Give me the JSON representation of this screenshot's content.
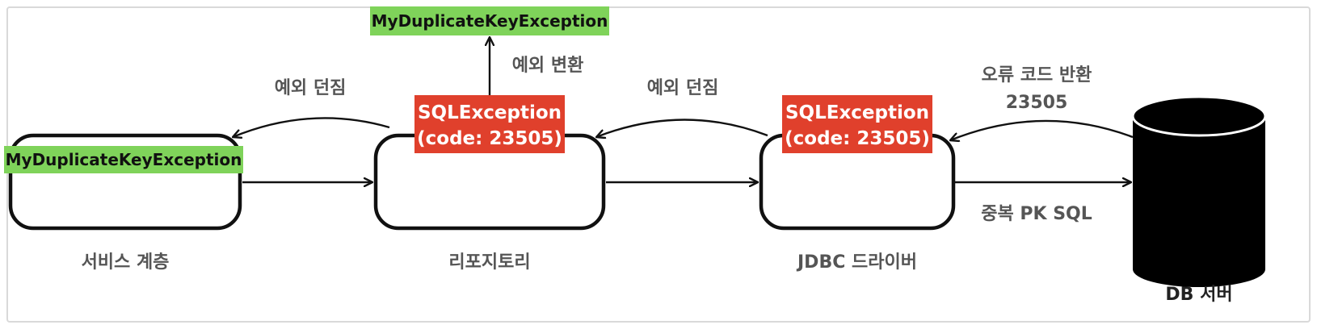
{
  "nodes": {
    "service": {
      "label": "서비스 계층"
    },
    "repository": {
      "label": "리포지토리"
    },
    "jdbc": {
      "label": "JDBC 드라이버"
    },
    "db": {
      "label": "DB 서버"
    }
  },
  "exceptions": {
    "my_dup_top": "MyDuplicateKeyException",
    "my_dup_service": "MyDuplicateKeyException",
    "sql_repo_line1": "SQLException",
    "sql_repo_line2": "(code: 23505)",
    "sql_jdbc_line1": "SQLException",
    "sql_jdbc_line2": "(code: 23505)"
  },
  "edges": {
    "throw_to_service": "예외 던짐",
    "convert": "예외 변환",
    "throw_to_repo": "예외 던짐",
    "error_code_line1": "오류 코드 반환",
    "error_code_line2": "23505",
    "dup_pk_sql": "중복 PK SQL"
  },
  "colors": {
    "green": "#7fd35a",
    "red": "#e0402c",
    "text_gray": "#555555",
    "stroke": "#111111"
  }
}
